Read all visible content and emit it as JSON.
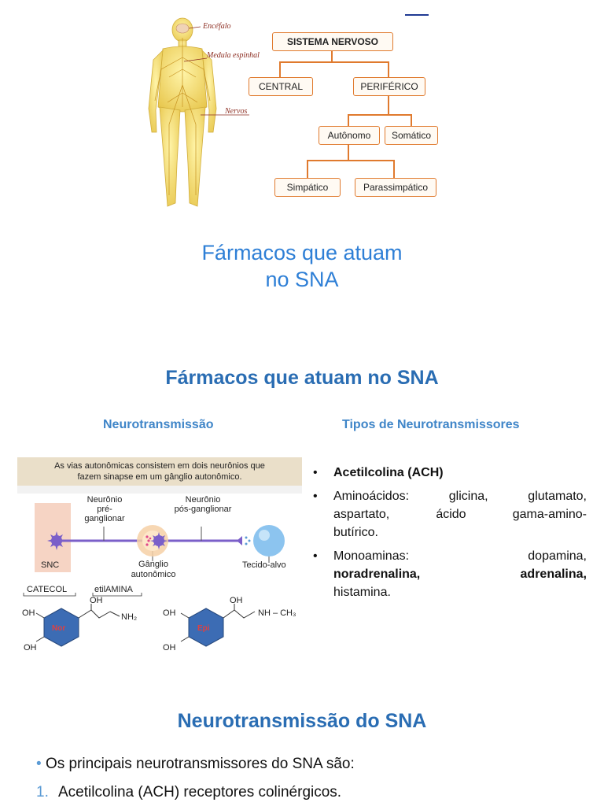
{
  "slide1": {
    "body_labels": {
      "brain": "Encéfalo",
      "spinal": "Medula espinhal",
      "nerves": "Nervos"
    },
    "org_chart": {
      "root": "SISTEMA NERVOSO",
      "central": "CENTRAL",
      "peripheral": "PERIFÉRICO",
      "autonomic": "Autônomo",
      "somatic": "Somático",
      "sympathetic": "Simpático",
      "parasympathetic": "Parassimpático"
    },
    "title_line1": "Fármacos que atuam",
    "title_line2": "no SNA"
  },
  "slide2": {
    "title": "Fármacos que atuam no SNA",
    "left_heading": "Neurotransmissão",
    "right_heading": "Tipos de Neurotransmissores",
    "figure": {
      "banner_line1": "As vias autonômicas consistem em dois neurônios que",
      "banner_line2": "fazem sinapse em um gânglio autonômico.",
      "pre_label1": "Neurônio",
      "pre_label2": "pré-ganglionar",
      "post_label1": "Neurônio",
      "post_label2": "pós-ganglionar",
      "snc": "SNC",
      "ganglion1": "Gânglio",
      "ganglion2": "autonômico",
      "target": "Tecido-alvo",
      "catecol": "CATECOL",
      "etilamina": "etilAMINA",
      "oh": "OH",
      "nh2": "NH₂",
      "nhch3": "NH – CH₃",
      "nor": "Nor",
      "epi": "Epi"
    },
    "bullets": {
      "b1": "Acetilcolina (ACH)",
      "b2_line1": "Aminoácidos: glicina, glutamato,",
      "b2_line2": "aspartato, ácido gama-amino-",
      "b2_line3": "butírico.",
      "b3_prefix": "Monoaminas:",
      "b3_dopamine": "dopamina,",
      "b3_nor": "noradrenalina,",
      "b3_adr": "adrenalina,",
      "b3_end": "histamina."
    }
  },
  "slide3": {
    "title": "Neurotransmissão do SNA",
    "bullet_line": "Os principais neurotransmissores do SNA são:",
    "item1_num": "1.",
    "item1_text": "Acetilcolina (ACH) receptores colinérgicos."
  },
  "colors": {
    "title_blue": "#2a6db3",
    "light_blue": "#2e7fd6",
    "orange": "#e07a2e",
    "purple": "#7b5fc9"
  }
}
